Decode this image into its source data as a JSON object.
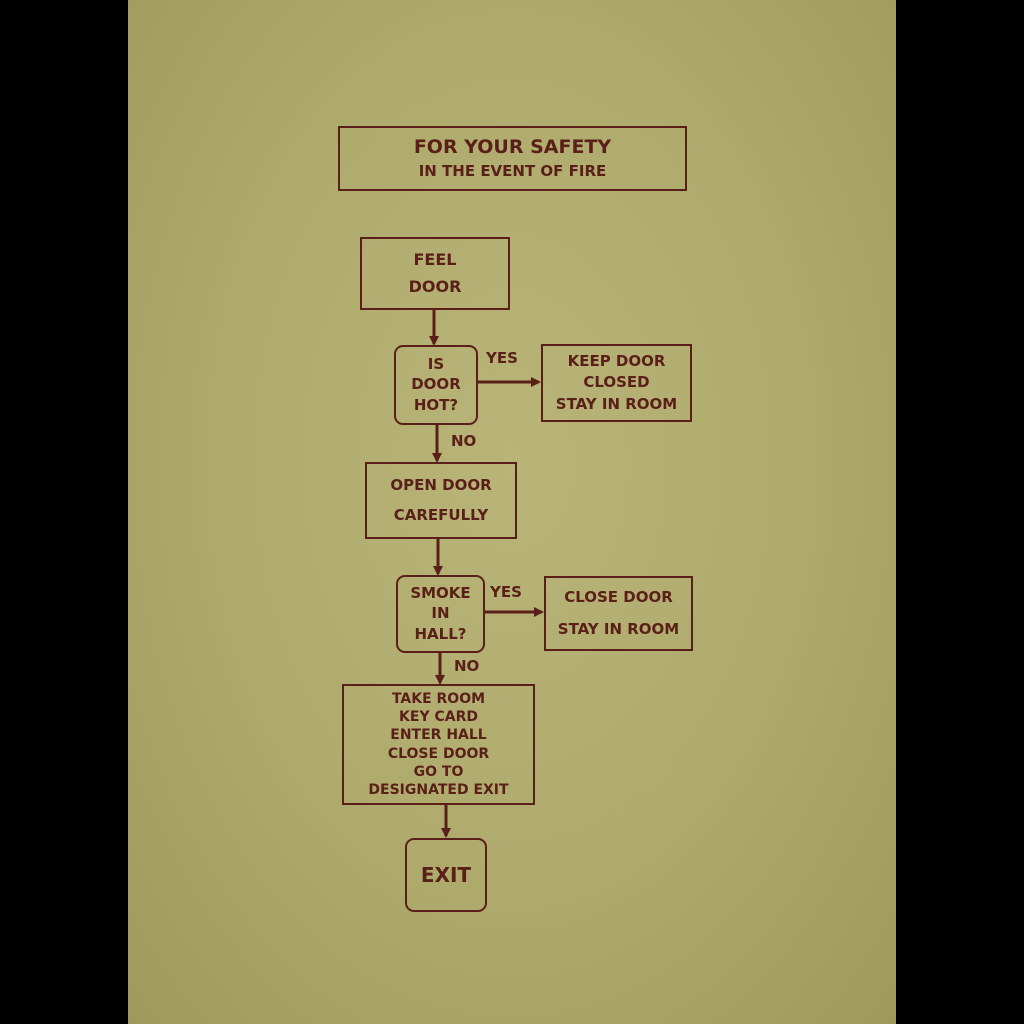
{
  "title": {
    "line1": "FOR YOUR SAFETY",
    "line2": "IN THE EVENT OF FIRE"
  },
  "steps": {
    "feel_door": [
      "FEEL",
      "DOOR"
    ],
    "is_door_hot": [
      "IS",
      "DOOR",
      "HOT?"
    ],
    "keep_door_closed": [
      "KEEP DOOR",
      "CLOSED",
      "STAY IN ROOM"
    ],
    "open_door": [
      "OPEN DOOR",
      "CAREFULLY"
    ],
    "smoke_in_hall": [
      "SMOKE",
      "IN",
      "HALL?"
    ],
    "close_door_stay": [
      "CLOSE DOOR",
      "STAY IN ROOM"
    ],
    "take_key_card": [
      "TAKE ROOM",
      "KEY CARD",
      "ENTER HALL",
      "CLOSE DOOR",
      "GO TO",
      "DESIGNATED EXIT"
    ],
    "exit": [
      "EXIT"
    ]
  },
  "edge_labels": {
    "hot_yes": "YES",
    "hot_no": "NO",
    "smoke_yes": "YES",
    "smoke_no": "NO"
  },
  "colors": {
    "ink": "#5a1f18",
    "paper": "#b3af72",
    "background": "#000000"
  }
}
